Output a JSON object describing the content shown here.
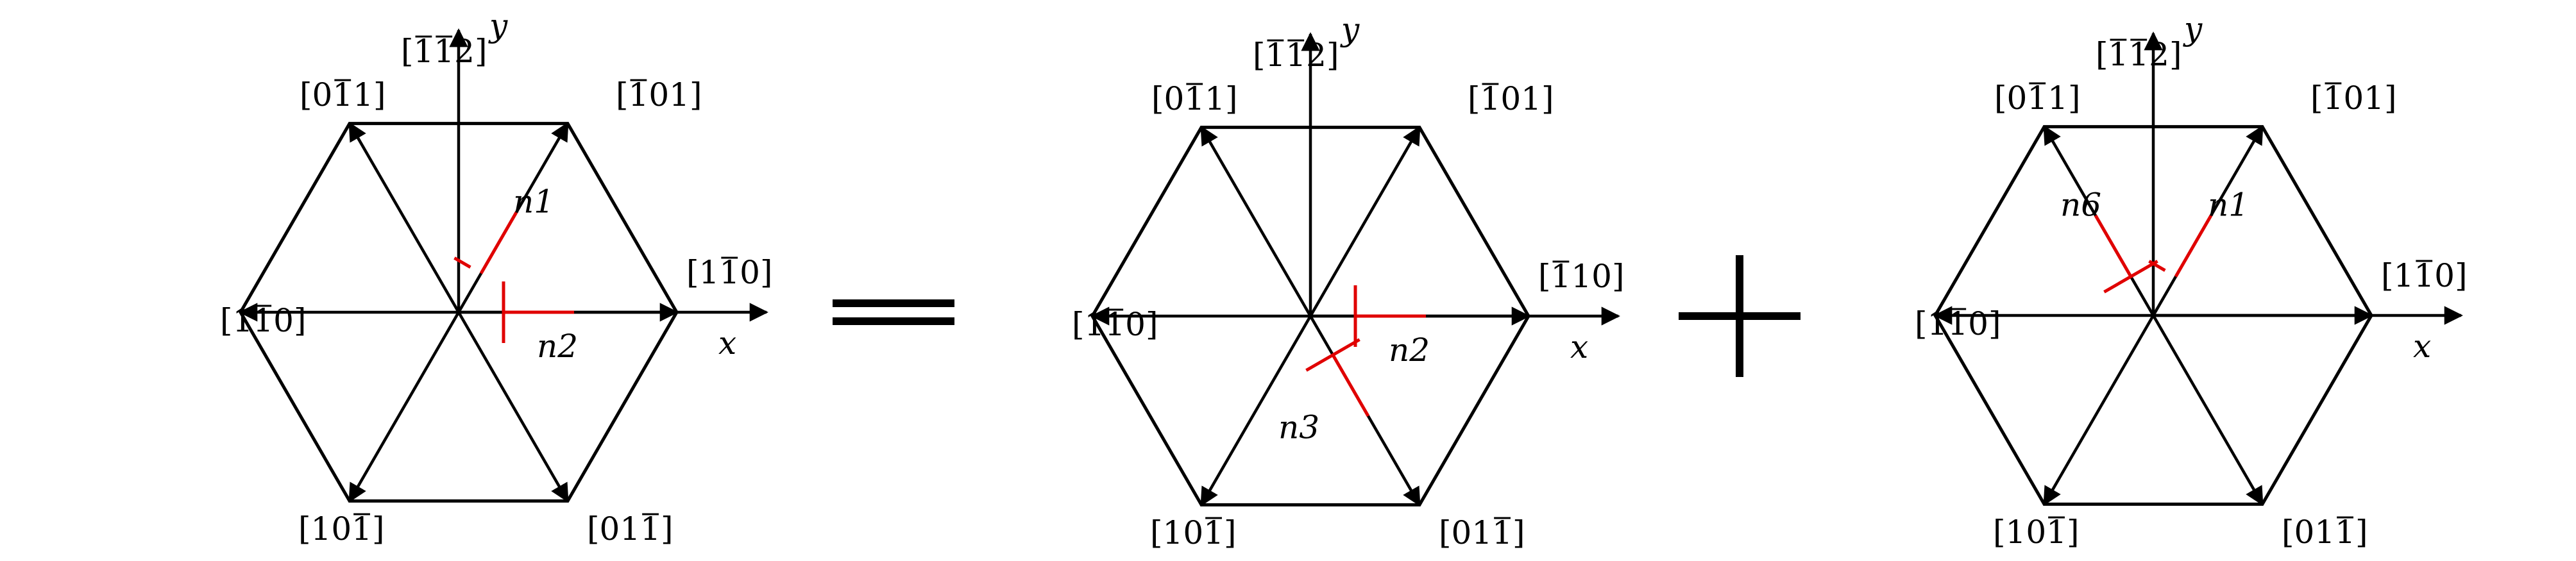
{
  "colors": {
    "ink": "#000000",
    "highlight": "#e00000"
  },
  "operators": [
    "equals",
    "plus"
  ],
  "panels": [
    {
      "axis_x": "x",
      "axis_y": "y",
      "directions": [
        {
          "pos": "right",
          "digits": [
            "1",
            "1",
            "0"
          ],
          "bar": [
            false,
            true,
            false
          ]
        },
        {
          "pos": "upper-right",
          "digits": [
            "1",
            "0",
            "1"
          ],
          "bar": [
            true,
            false,
            false
          ]
        },
        {
          "pos": "top",
          "digits": [
            "1",
            "1",
            "2"
          ],
          "bar": [
            true,
            true,
            false
          ]
        },
        {
          "pos": "upper-left",
          "digits": [
            "0",
            "1",
            "1"
          ],
          "bar": [
            false,
            true,
            false
          ]
        },
        {
          "pos": "left",
          "digits": [
            "1",
            "1",
            "0"
          ],
          "bar": [
            false,
            true,
            false
          ]
        },
        {
          "pos": "lower-left",
          "digits": [
            "1",
            "0",
            "1"
          ],
          "bar": [
            false,
            false,
            true
          ]
        },
        {
          "pos": "lower-right",
          "digits": [
            "0",
            "1",
            "1"
          ],
          "bar": [
            false,
            false,
            true
          ]
        }
      ],
      "normals": [
        {
          "label": "n1",
          "spoke": "upper-right"
        },
        {
          "label": "n2",
          "spoke": "right"
        }
      ]
    },
    {
      "axis_x": "x",
      "axis_y": "y",
      "directions": [
        {
          "pos": "right",
          "digits": [
            "1",
            "1",
            "0"
          ],
          "bar": [
            true,
            false,
            false
          ]
        },
        {
          "pos": "upper-right",
          "digits": [
            "1",
            "0",
            "1"
          ],
          "bar": [
            true,
            false,
            false
          ]
        },
        {
          "pos": "top",
          "digits": [
            "1",
            "1",
            "2"
          ],
          "bar": [
            true,
            true,
            false
          ]
        },
        {
          "pos": "upper-left",
          "digits": [
            "0",
            "1",
            "1"
          ],
          "bar": [
            false,
            true,
            false
          ]
        },
        {
          "pos": "left",
          "digits": [
            "1",
            "1",
            "0"
          ],
          "bar": [
            false,
            true,
            false
          ]
        },
        {
          "pos": "lower-left",
          "digits": [
            "1",
            "0",
            "1"
          ],
          "bar": [
            false,
            false,
            true
          ]
        },
        {
          "pos": "lower-right",
          "digits": [
            "0",
            "1",
            "1"
          ],
          "bar": [
            false,
            false,
            true
          ]
        }
      ],
      "normals": [
        {
          "label": "n2",
          "spoke": "right"
        },
        {
          "label": "n3",
          "spoke": "lower-right"
        }
      ]
    },
    {
      "axis_x": "x",
      "axis_y": "y",
      "directions": [
        {
          "pos": "right",
          "digits": [
            "1",
            "1",
            "0"
          ],
          "bar": [
            false,
            true,
            false
          ]
        },
        {
          "pos": "upper-right",
          "digits": [
            "1",
            "0",
            "1"
          ],
          "bar": [
            true,
            false,
            false
          ]
        },
        {
          "pos": "top",
          "digits": [
            "1",
            "1",
            "2"
          ],
          "bar": [
            true,
            true,
            false
          ]
        },
        {
          "pos": "upper-left",
          "digits": [
            "0",
            "1",
            "1"
          ],
          "bar": [
            false,
            true,
            false
          ]
        },
        {
          "pos": "left",
          "digits": [
            "1",
            "1",
            "0"
          ],
          "bar": [
            false,
            true,
            false
          ]
        },
        {
          "pos": "lower-left",
          "digits": [
            "1",
            "0",
            "1"
          ],
          "bar": [
            false,
            false,
            true
          ]
        },
        {
          "pos": "lower-right",
          "digits": [
            "0",
            "1",
            "1"
          ],
          "bar": [
            false,
            false,
            true
          ]
        }
      ],
      "normals": [
        {
          "label": "n6",
          "spoke": "upper-left"
        },
        {
          "label": "n1",
          "spoke": "upper-right"
        }
      ]
    }
  ]
}
